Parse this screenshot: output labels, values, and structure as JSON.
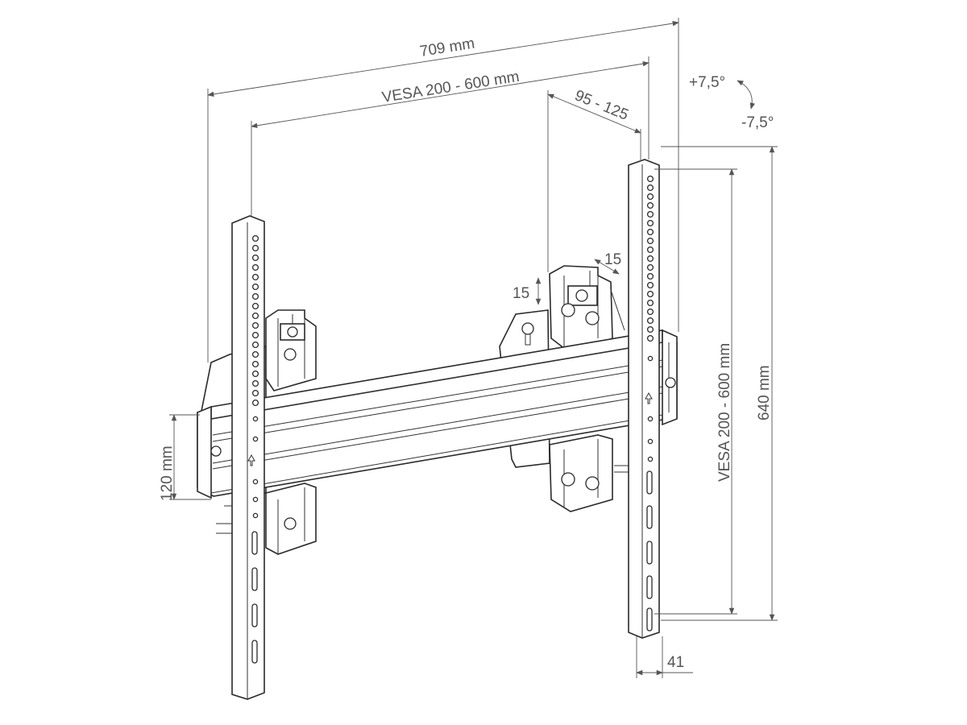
{
  "dimensions": {
    "overall_width": "709 mm",
    "vesa_horizontal": "VESA 200 - 600 mm",
    "clamp_offset": "95 - 125",
    "tilt_up": "+7,5°",
    "tilt_down": "-7,5°",
    "side_adjust": "15",
    "vertical_adjust": "15",
    "rail_height": "120 mm",
    "vesa_vertical": "VESA 200 - 600 mm",
    "overall_height": "640 mm",
    "wall_depth": "41"
  },
  "colors": {
    "line": "#2a2a2a",
    "dimension_text": "#555555",
    "background": "#ffffff"
  }
}
